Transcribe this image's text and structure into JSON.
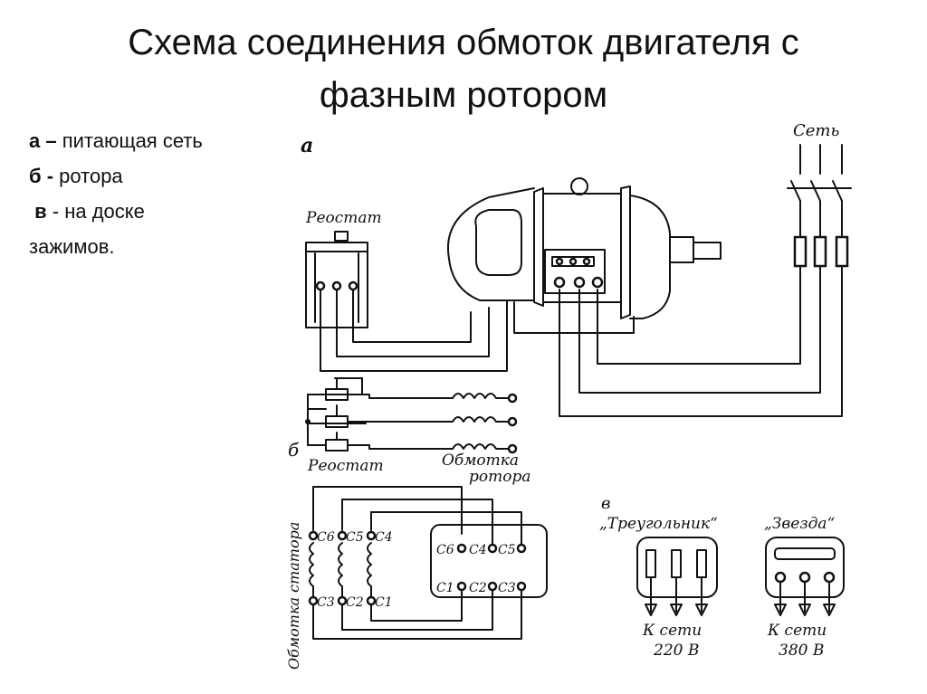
{
  "slide": {
    "title_line1": "Схема соединения обмоток двигателя с",
    "title_line2": "фазным ротором"
  },
  "legend": {
    "a_key": "а –",
    "a_text": " питающая сеть",
    "b_key": "б -",
    "b_text": " ротора",
    "v_key": "в",
    "v_text": " - на доске",
    "v_text2": "зажимов."
  },
  "diagram_labels": {
    "part_a": "а",
    "part_b": "б",
    "part_v": "в",
    "network": "Сеть",
    "rheostat_top": "Реостат",
    "rheostat_b": "Реостат",
    "rotor_winding_1": "Обмотка",
    "rotor_winding_2": "ротора",
    "stator_winding": "Обмотка статора",
    "c1": "C1",
    "c2": "C2",
    "c3": "C3",
    "c4": "C4",
    "c5": "C5",
    "c6": "C6",
    "triangle": "„Треугольник“",
    "star": "„Звезда“",
    "to_network_1": "К сети",
    "to_network_2": "К сети",
    "voltage_220": "220 В",
    "voltage_380": "380 В"
  }
}
